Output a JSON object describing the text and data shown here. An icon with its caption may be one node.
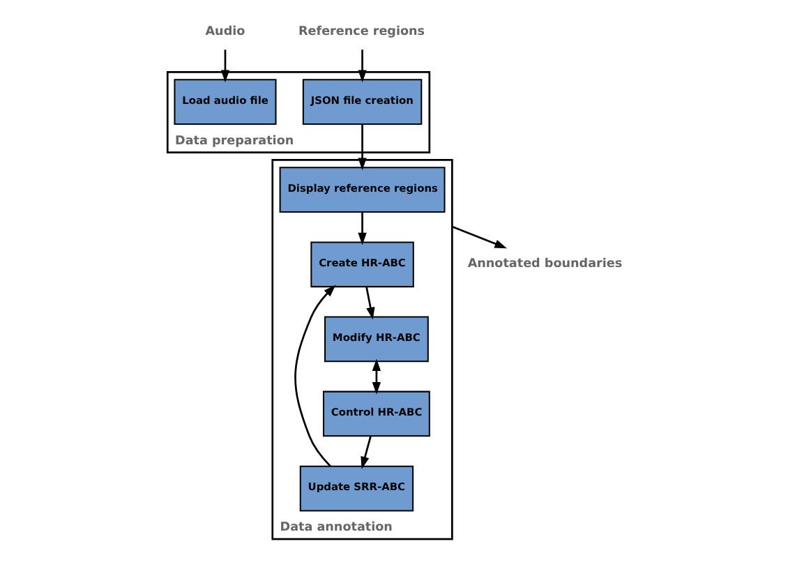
{
  "diagram": {
    "nodes": [
      {
        "text": [
          "Audio"
        ]
      },
      {
        "text": [
          "Reference regions"
        ]
      },
      {
        "text": [
          "Data preparation"
        ]
      },
      {
        "text": [
          "Load audio file"
        ],
        "in": 2
      },
      {
        "text": [
          "JSON file creation"
        ],
        "in": 2
      },
      {
        "text": [
          "Data annotation"
        ]
      },
      {
        "text": [
          "Display reference regions"
        ],
        "in": 5
      },
      {
        "text": [
          "Update SRR-ABC"
        ],
        "in": 5
      },
      {
        "text": [
          "Control HR-ABC"
        ],
        "in": 5
      },
      {
        "text": [
          "Modify HR-ABC"
        ],
        "in": 5
      },
      {
        "text": [
          "Create HR-ABC"
        ],
        "in": 5
      },
      {
        "text": [
          "Annotated boundaries"
        ]
      }
    ],
    "edges": [
      {
        "from": 0,
        "to": 3,
        "arrow": "to"
      },
      {
        "from": 1,
        "to": 4,
        "arrow": "to"
      },
      {
        "from": 4,
        "to": 6,
        "arrow": "to"
      },
      {
        "from": 6,
        "to": 10,
        "arrow": "to"
      },
      {
        "from": 10,
        "to": 9,
        "arrow": "to"
      },
      {
        "from": 9,
        "to": 8,
        "arrow": "both"
      },
      {
        "from": 8,
        "to": 7,
        "arrow": "to"
      },
      {
        "from": 7,
        "to": 10,
        "arrow": "to"
      },
      {
        "from": 5,
        "to": 11,
        "arrow": "to"
      }
    ]
  }
}
